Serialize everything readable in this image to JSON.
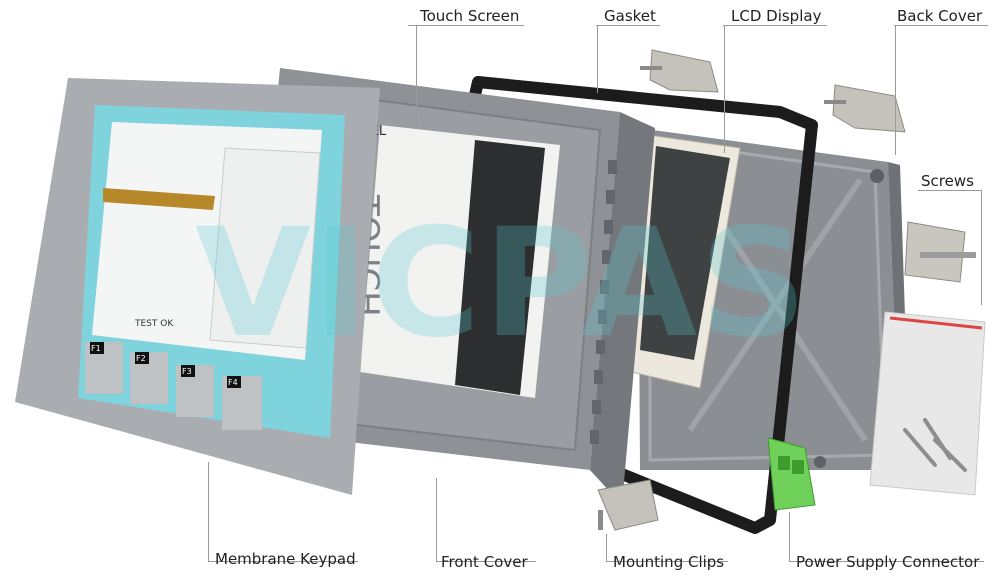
{
  "labels": {
    "touch_screen": "Touch Screen",
    "gasket": "Gasket",
    "lcd_display": "LCD Display",
    "back_cover": "Back Cover",
    "screws": "Screws",
    "membrane_keypad": "Membrane Keypad",
    "front_cover": "Front Cover",
    "mounting_clips": "Mounting Clips",
    "power_supply_connector": "Power Supply Connector"
  },
  "watermark": "VICPAS",
  "panel_text": {
    "panel": "PANEL",
    "touch": "TOUCH"
  },
  "touch_tag": "TEST OK",
  "keys": [
    "F1",
    "F2",
    "F3",
    "F4"
  ],
  "colors": {
    "keypad_frame": "#a9adb1",
    "keypad_accent": "#7fd3dd",
    "front_cover": "#8e9196",
    "back_cover": "#878a8f",
    "gasket": "#1f1f1f",
    "connector": "#6fd15a",
    "watermark": "#58c9cf"
  }
}
